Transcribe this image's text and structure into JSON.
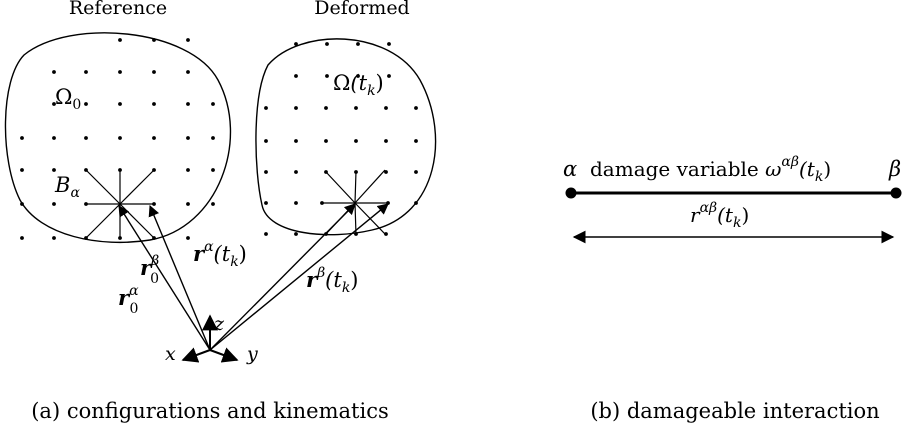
{
  "panel_a": {
    "title_reference": "Reference",
    "title_deformed": "Deformed",
    "omega0": {
      "base": "Ω",
      "sub": "0"
    },
    "omega_t": {
      "base": "Ω",
      "arg": "(t",
      "arg_sub": "k",
      "close": ")"
    },
    "B_alpha": {
      "base": "B",
      "sub": "α"
    },
    "r0_alpha": {
      "base": "r",
      "sup": "α",
      "sub": "0"
    },
    "r0_beta": {
      "base": "r",
      "sup": "β",
      "sub": "0"
    },
    "r_alpha_t": {
      "base": "r",
      "sup": "α",
      "arg": "(t",
      "arg_sub": "k",
      "close": ")"
    },
    "r_beta_t": {
      "base": "r",
      "sup": "β",
      "arg": "(t",
      "arg_sub": "k",
      "close": ")"
    },
    "axis_x": "x",
    "axis_y": "y",
    "axis_z": "z",
    "caption": "(a) configurations and kinematics"
  },
  "panel_b": {
    "alpha": "α",
    "beta": "β",
    "damage_text": "damage variable ",
    "omega_sym": "ω",
    "omega_sup": "αβ",
    "omega_arg": "(t",
    "omega_arg_sub": "k",
    "omega_close": ")",
    "r_sym": "r",
    "r_sup": "αβ",
    "r_arg": "(t",
    "r_arg_sub": "k",
    "r_close": ")",
    "caption": "(b) damageable interaction"
  },
  "colors": {
    "ink": "#000000",
    "background": "#ffffff"
  }
}
